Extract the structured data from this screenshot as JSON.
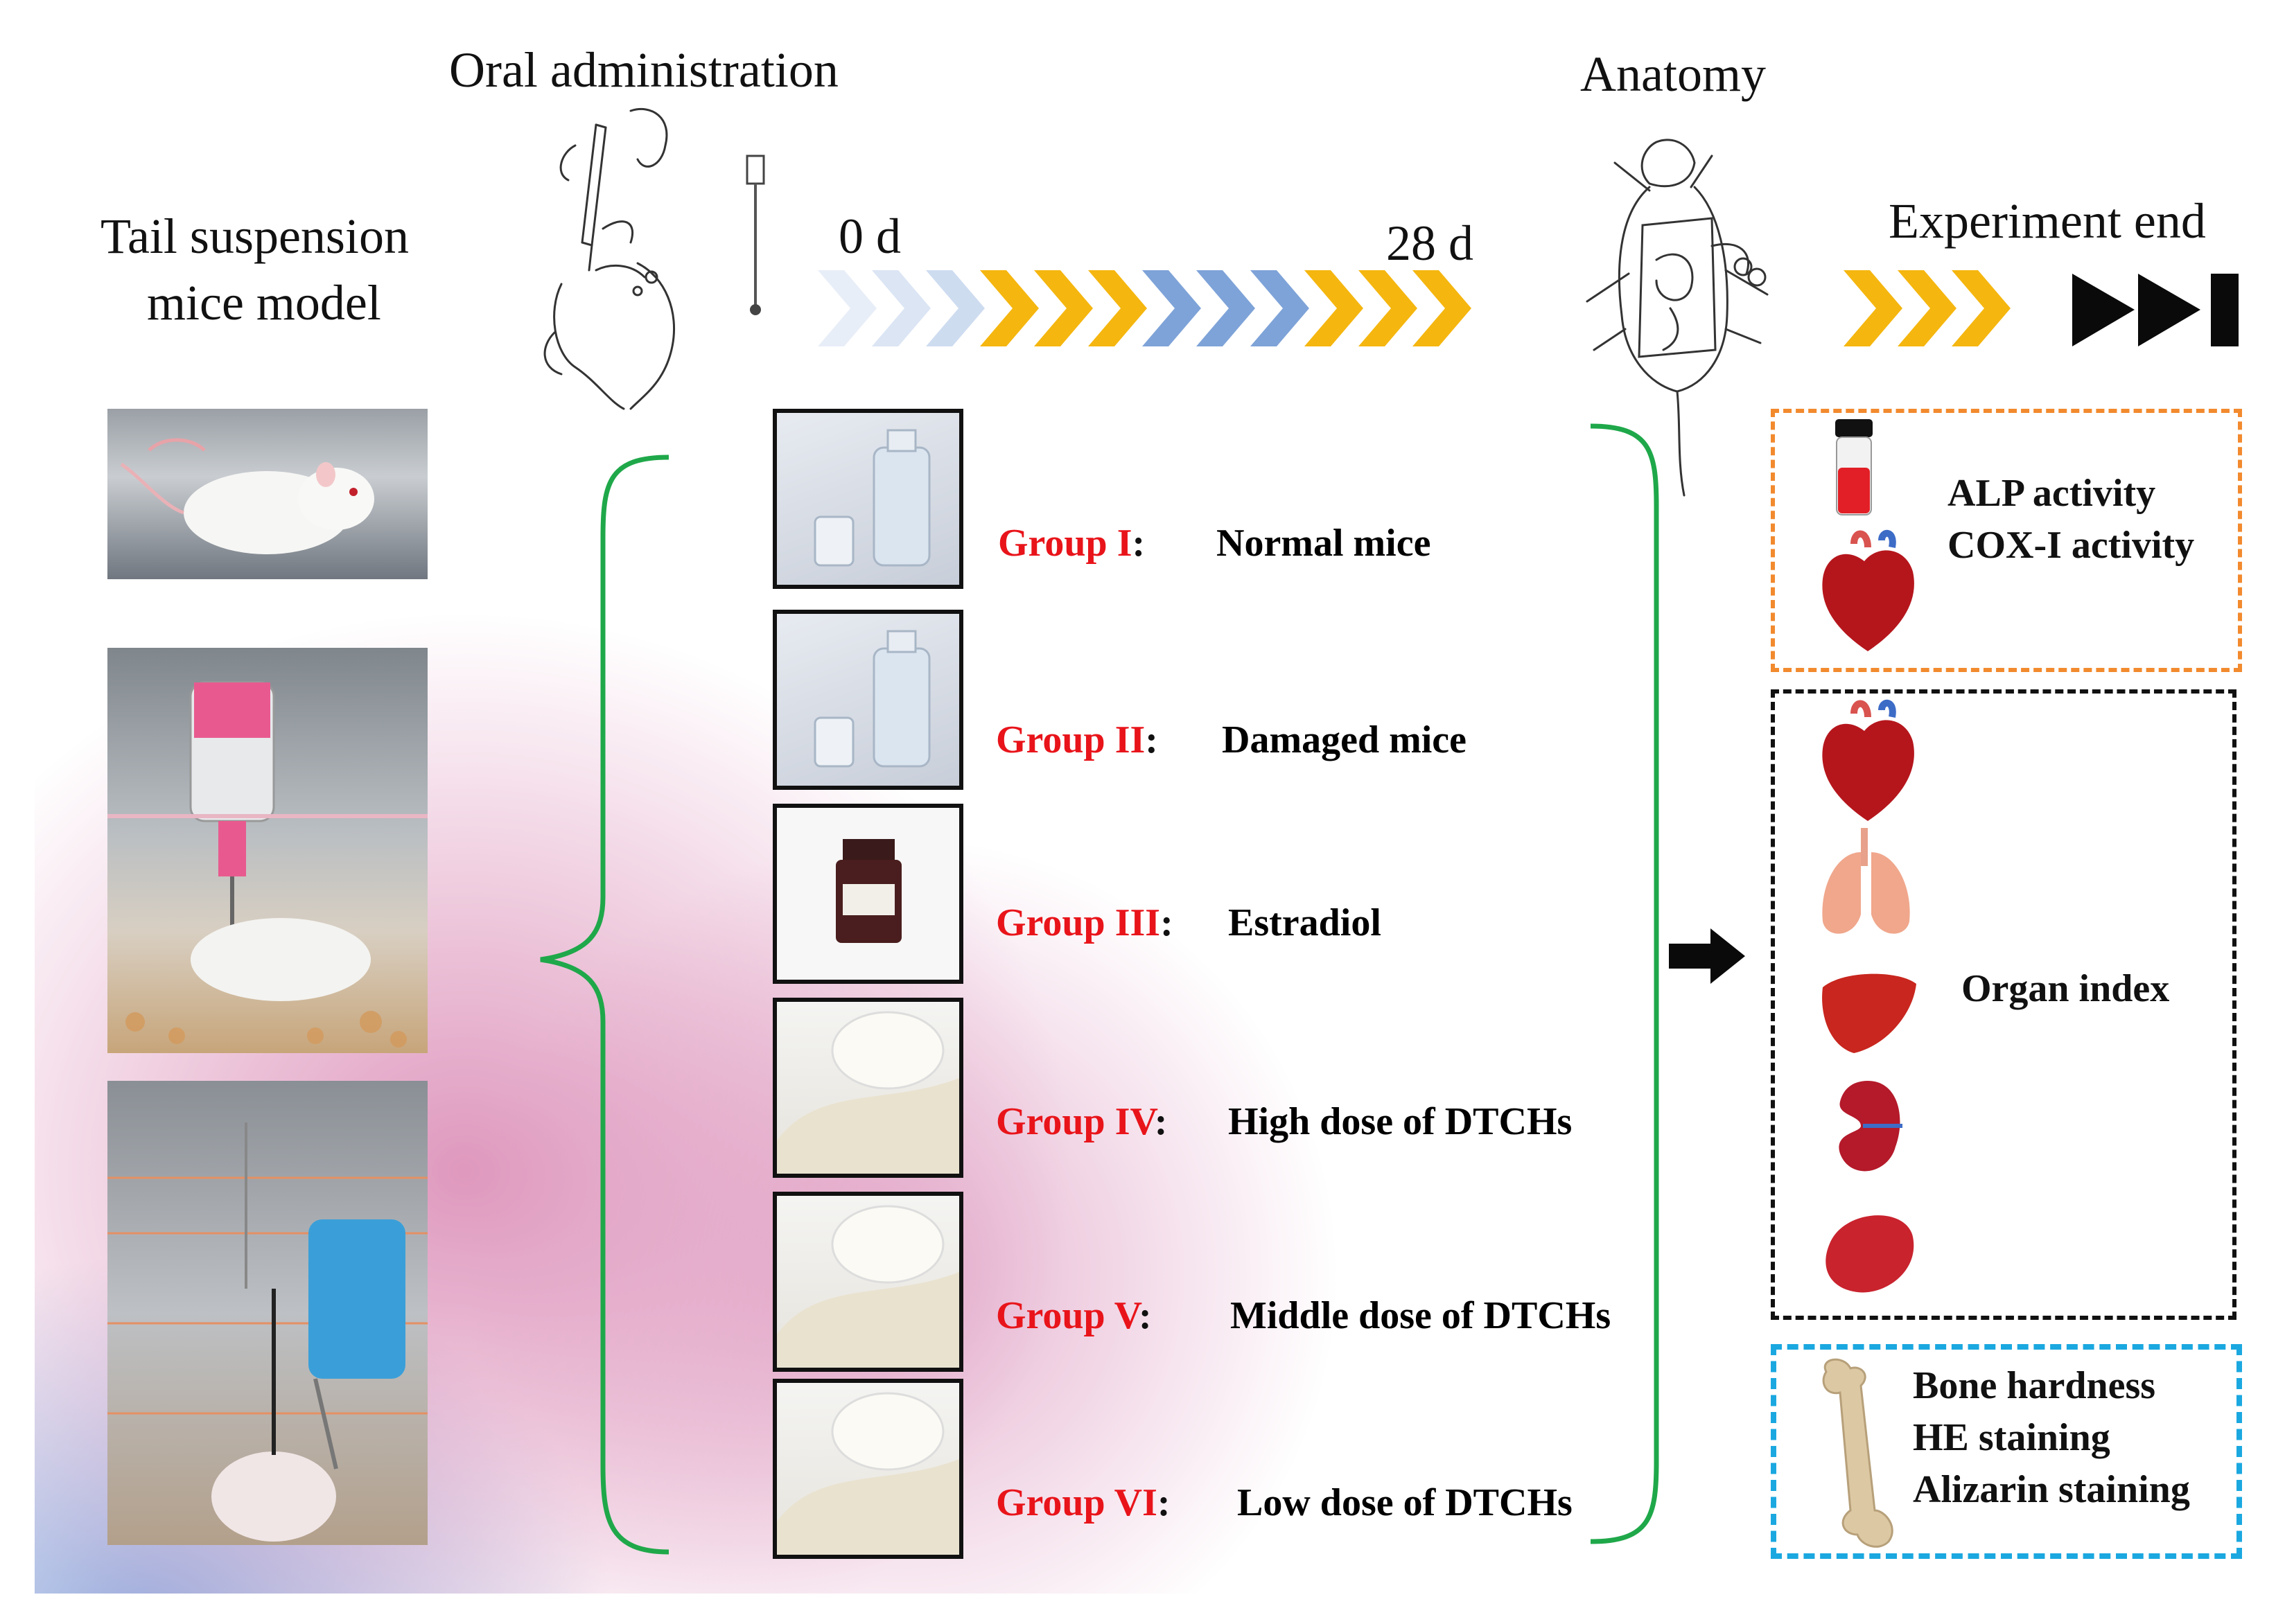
{
  "headings": {
    "oral": "Oral administration",
    "anatomy": "Anatomy",
    "model_line1": "Tail suspension",
    "model_line2": "mice model",
    "day0": "0 d",
    "day28": "28 d",
    "end": "Experiment end"
  },
  "groups": [
    {
      "label": "Group I",
      "colon": ":",
      "desc": "Normal mice"
    },
    {
      "label": "Group II",
      "colon": ":",
      "desc": "Damaged mice"
    },
    {
      "label": "Group III",
      "colon": ":",
      "desc": "Estradiol"
    },
    {
      "label": "Group IV",
      "colon": ":",
      "desc": "High dose of DTCHs"
    },
    {
      "label": "Group V",
      "colon": ":",
      "desc": "Middle dose of DTCHs"
    },
    {
      "label": "Group VI",
      "colon": ":",
      "desc": "Low dose of DTCHs"
    }
  ],
  "assays": {
    "serum_line1": "ALP activity",
    "serum_line2": "COX-I activity",
    "organ": "Organ index",
    "bone_line1": "Bone hardness",
    "bone_line2": "HE  staining",
    "bone_line3": "Alizarin staining"
  },
  "icons": [
    "syringe-hand-icon",
    "gavage-needle-icon",
    "dissection-mouse-icon",
    "chevron-arrows-icon",
    "fast-forward-end-icon",
    "blood-tube-icon",
    "heart-icon",
    "lung-icon",
    "liver-icon",
    "kidney-icon",
    "spleen-icon",
    "bone-icon",
    "right-arrow-icon",
    "curly-brace-icon"
  ],
  "colors": {
    "group_label": "#e8141a",
    "brace": "#1fa84a",
    "chevron_yellow": "#f5b60f",
    "chevron_blue": "#7ea3d8",
    "box_orange": "#f28a2e",
    "box_blue": "#1ba8e0",
    "box_black": "#111111"
  }
}
